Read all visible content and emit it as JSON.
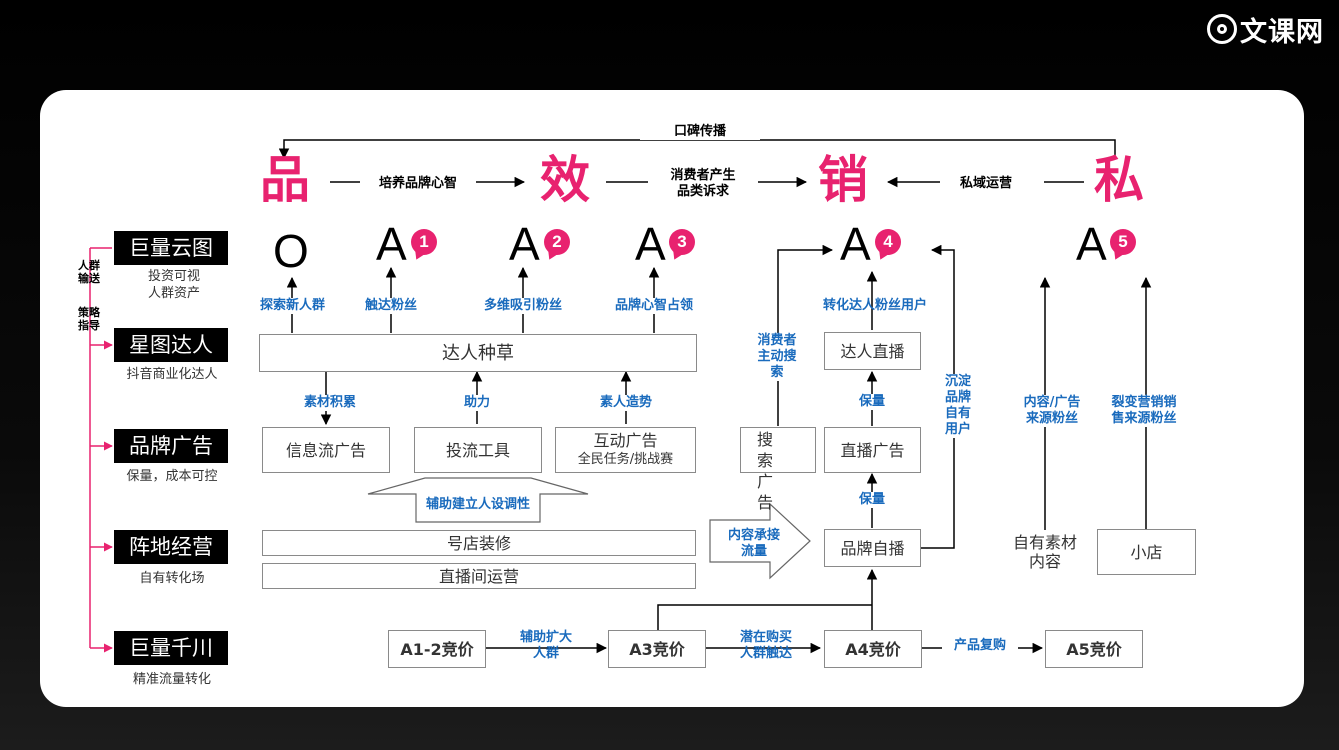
{
  "brand": {
    "logo_text": "文课网"
  },
  "stages": {
    "pin": "品",
    "xiao": "效",
    "xiao2": "销",
    "si": "私",
    "top_arrow": "口碑传播",
    "pin_to_xiao": "培养品牌心智",
    "xiao_to_xiao2_line1": "消费者产生",
    "xiao_to_xiao2_line2": "品类诉求",
    "si_to_xiao2": "私域运营"
  },
  "levels": {
    "o": "O",
    "a": "A",
    "a1": "1",
    "a2": "2",
    "a3": "3",
    "a4": "4",
    "a5": "5"
  },
  "left_tools": [
    {
      "name": "巨量云图",
      "sub1": "投资可视",
      "sub2": "人群资产"
    },
    {
      "name": "星图达人",
      "sub1": "抖音商业化达人",
      "sub2": ""
    },
    {
      "name": "品牌广告",
      "sub1": "保量，成本可控",
      "sub2": ""
    },
    {
      "name": "阵地经营",
      "sub1": "自有转化场",
      "sub2": ""
    },
    {
      "name": "巨量千川",
      "sub1": "精准流量转化",
      "sub2": ""
    }
  ],
  "side_labels": {
    "crowd_1": "人群",
    "crowd_2": "输送",
    "strategy_1": "策略",
    "strategy_2": "指导"
  },
  "blue_labels": {
    "explore": "探索新人群",
    "reach": "触达粉丝",
    "attract": "多维吸引粉丝",
    "mind": "品牌心智占领",
    "convert": "转化达人粉丝用户",
    "material": "素材积累",
    "assist": "助力",
    "civilian": "素人造势",
    "consumer_search_1": "消费者",
    "consumer_search_2": "主动搜",
    "consumer_search_3": "索",
    "retain1": "保量",
    "retain2": "保量",
    "settle_1": "沉淀",
    "settle_2": "品牌",
    "settle_3": "自有",
    "settle_4": "用户",
    "content_fans_1": "内容/广告",
    "content_fans_2": "来源粉丝",
    "fission_1": "裂变营销销",
    "fission_2": "售来源粉丝",
    "persona": "辅助建立人设调性",
    "content_carry_1": "内容承接",
    "content_carry_2": "流量",
    "assist_expand_1": "辅助扩大",
    "assist_expand_2": "人群",
    "potential_1": "潜在购买",
    "potential_2": "人群触达",
    "repurchase": "产品复购"
  },
  "boxes": {
    "kol_seed": "达人种草",
    "feed_ad": "信息流广告",
    "flow_tool": "投流工具",
    "interactive_ad": "互动广告",
    "interactive_ad_sub": "全民任务/挑战赛",
    "search_ad": "搜索广告",
    "kol_live": "达人直播",
    "live_ad": "直播广告",
    "brand_live": "品牌自播",
    "store_decor": "号店装修",
    "live_room_ops": "直播间运营",
    "own_content_1": "自有素材",
    "own_content_2": "内容",
    "shop": "小店",
    "bid_a12": "A1-2竞价",
    "bid_a3": "A3竞价",
    "bid_a4": "A4竞价",
    "bid_a5": "A5竞价"
  },
  "colors": {
    "accent": "#e8226f",
    "blue": "#1a6bbd",
    "card": "#ffffff"
  }
}
